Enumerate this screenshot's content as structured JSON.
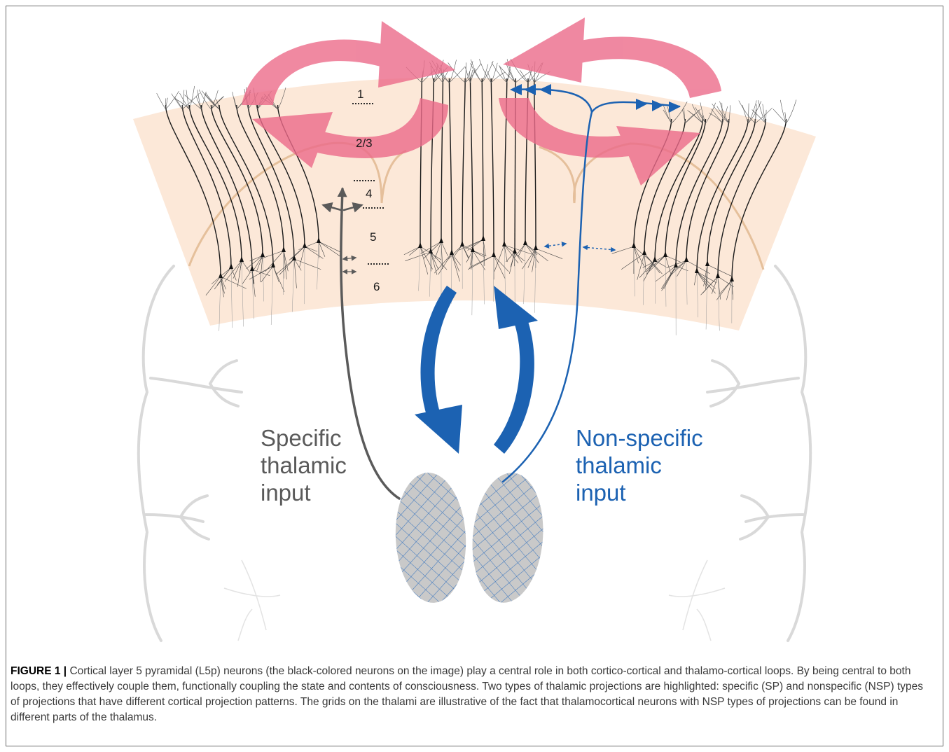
{
  "figure": {
    "layer_labels": [
      "1",
      "2/3",
      "4",
      "5",
      "6"
    ],
    "specific_label": [
      "Specific",
      "thalamic",
      "input"
    ],
    "nonspecific_label": [
      "Non-specific",
      "thalamic",
      "input"
    ],
    "colors": {
      "cortex_band": "#fce8d8",
      "cortex_cc_arrows": "#ec6b8a",
      "thalamocortical_loop": "#1c62b2",
      "nonspecific_pathway": "#1c62b2",
      "specific_pathway": "#5a5a5a",
      "brain_outline": "#d9d9d9",
      "neurons": "#1a1a1a",
      "thalamus_fill": "#c9c9c9",
      "thalamus_grid": "#3a76bf"
    }
  },
  "caption": {
    "label": "FIGURE 1 |",
    "text": "Cortical layer 5 pyramidal (L5p) neurons (the black-colored neurons on the image) play a central role in both cortico-cortical and thalamo-cortical loops. By being central to both loops, they effectively couple them, functionally coupling the state and contents of consciousness. Two types of thalamic projections are highlighted: specific (SP) and nonspecific (NSP) types of projections that have different cortical projection patterns. The grids on the thalami are illustrative of the fact that thalamocortical neurons with NSP types of projections can be found in different parts of the thalamus."
  }
}
